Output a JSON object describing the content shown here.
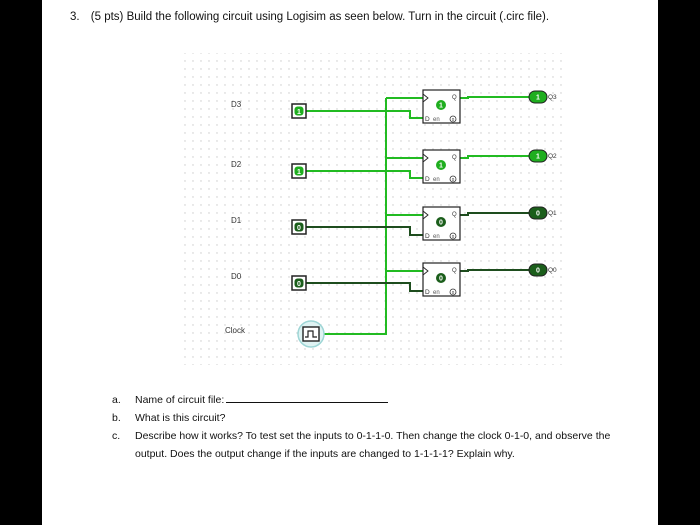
{
  "question": {
    "number": "3.",
    "text": "(5 pts) Build the following circuit using Logisim as seen below. Turn in the circuit (.circ file)."
  },
  "circuit": {
    "inputs": [
      {
        "label": "D3",
        "value": "1"
      },
      {
        "label": "D2",
        "value": "1"
      },
      {
        "label": "D1",
        "value": "0"
      },
      {
        "label": "D0",
        "value": "0"
      }
    ],
    "clock_label": "Clock",
    "flipflops": [
      {
        "q": "1",
        "d_pin": "D",
        "en_pin": "en",
        "en_val": "0",
        "q_pin": "Q"
      },
      {
        "q": "1",
        "d_pin": "D",
        "en_pin": "en",
        "en_val": "0",
        "q_pin": "Q"
      },
      {
        "q": "0",
        "d_pin": "D",
        "en_pin": "en",
        "en_val": "0",
        "q_pin": "Q"
      },
      {
        "q": "0",
        "d_pin": "D",
        "en_pin": "en",
        "en_val": "0",
        "q_pin": "Q"
      }
    ],
    "outputs": [
      {
        "label": "Q3",
        "value": "1"
      },
      {
        "label": "Q2",
        "value": "1"
      },
      {
        "label": "Q1",
        "value": "0"
      },
      {
        "label": "Q0",
        "value": "0"
      }
    ],
    "colors": {
      "wire_on": "#22bb22",
      "wire_off": "#1e4d1e",
      "pin_on": "#1fae1f",
      "pin_off": "#1b5e1b",
      "grid": "#c9c9c9"
    }
  },
  "sub_questions": [
    {
      "marker": "a.",
      "text": "Name of circuit file:"
    },
    {
      "marker": "b.",
      "text": "What is this circuit?"
    },
    {
      "marker": "c.",
      "text": "Describe how it works? To test set the inputs to 0-1-1-0. Then change the clock 0-1-0, and observe the output. Does the output change if the inputs are changed to 1-1-1-1? Explain why."
    }
  ]
}
